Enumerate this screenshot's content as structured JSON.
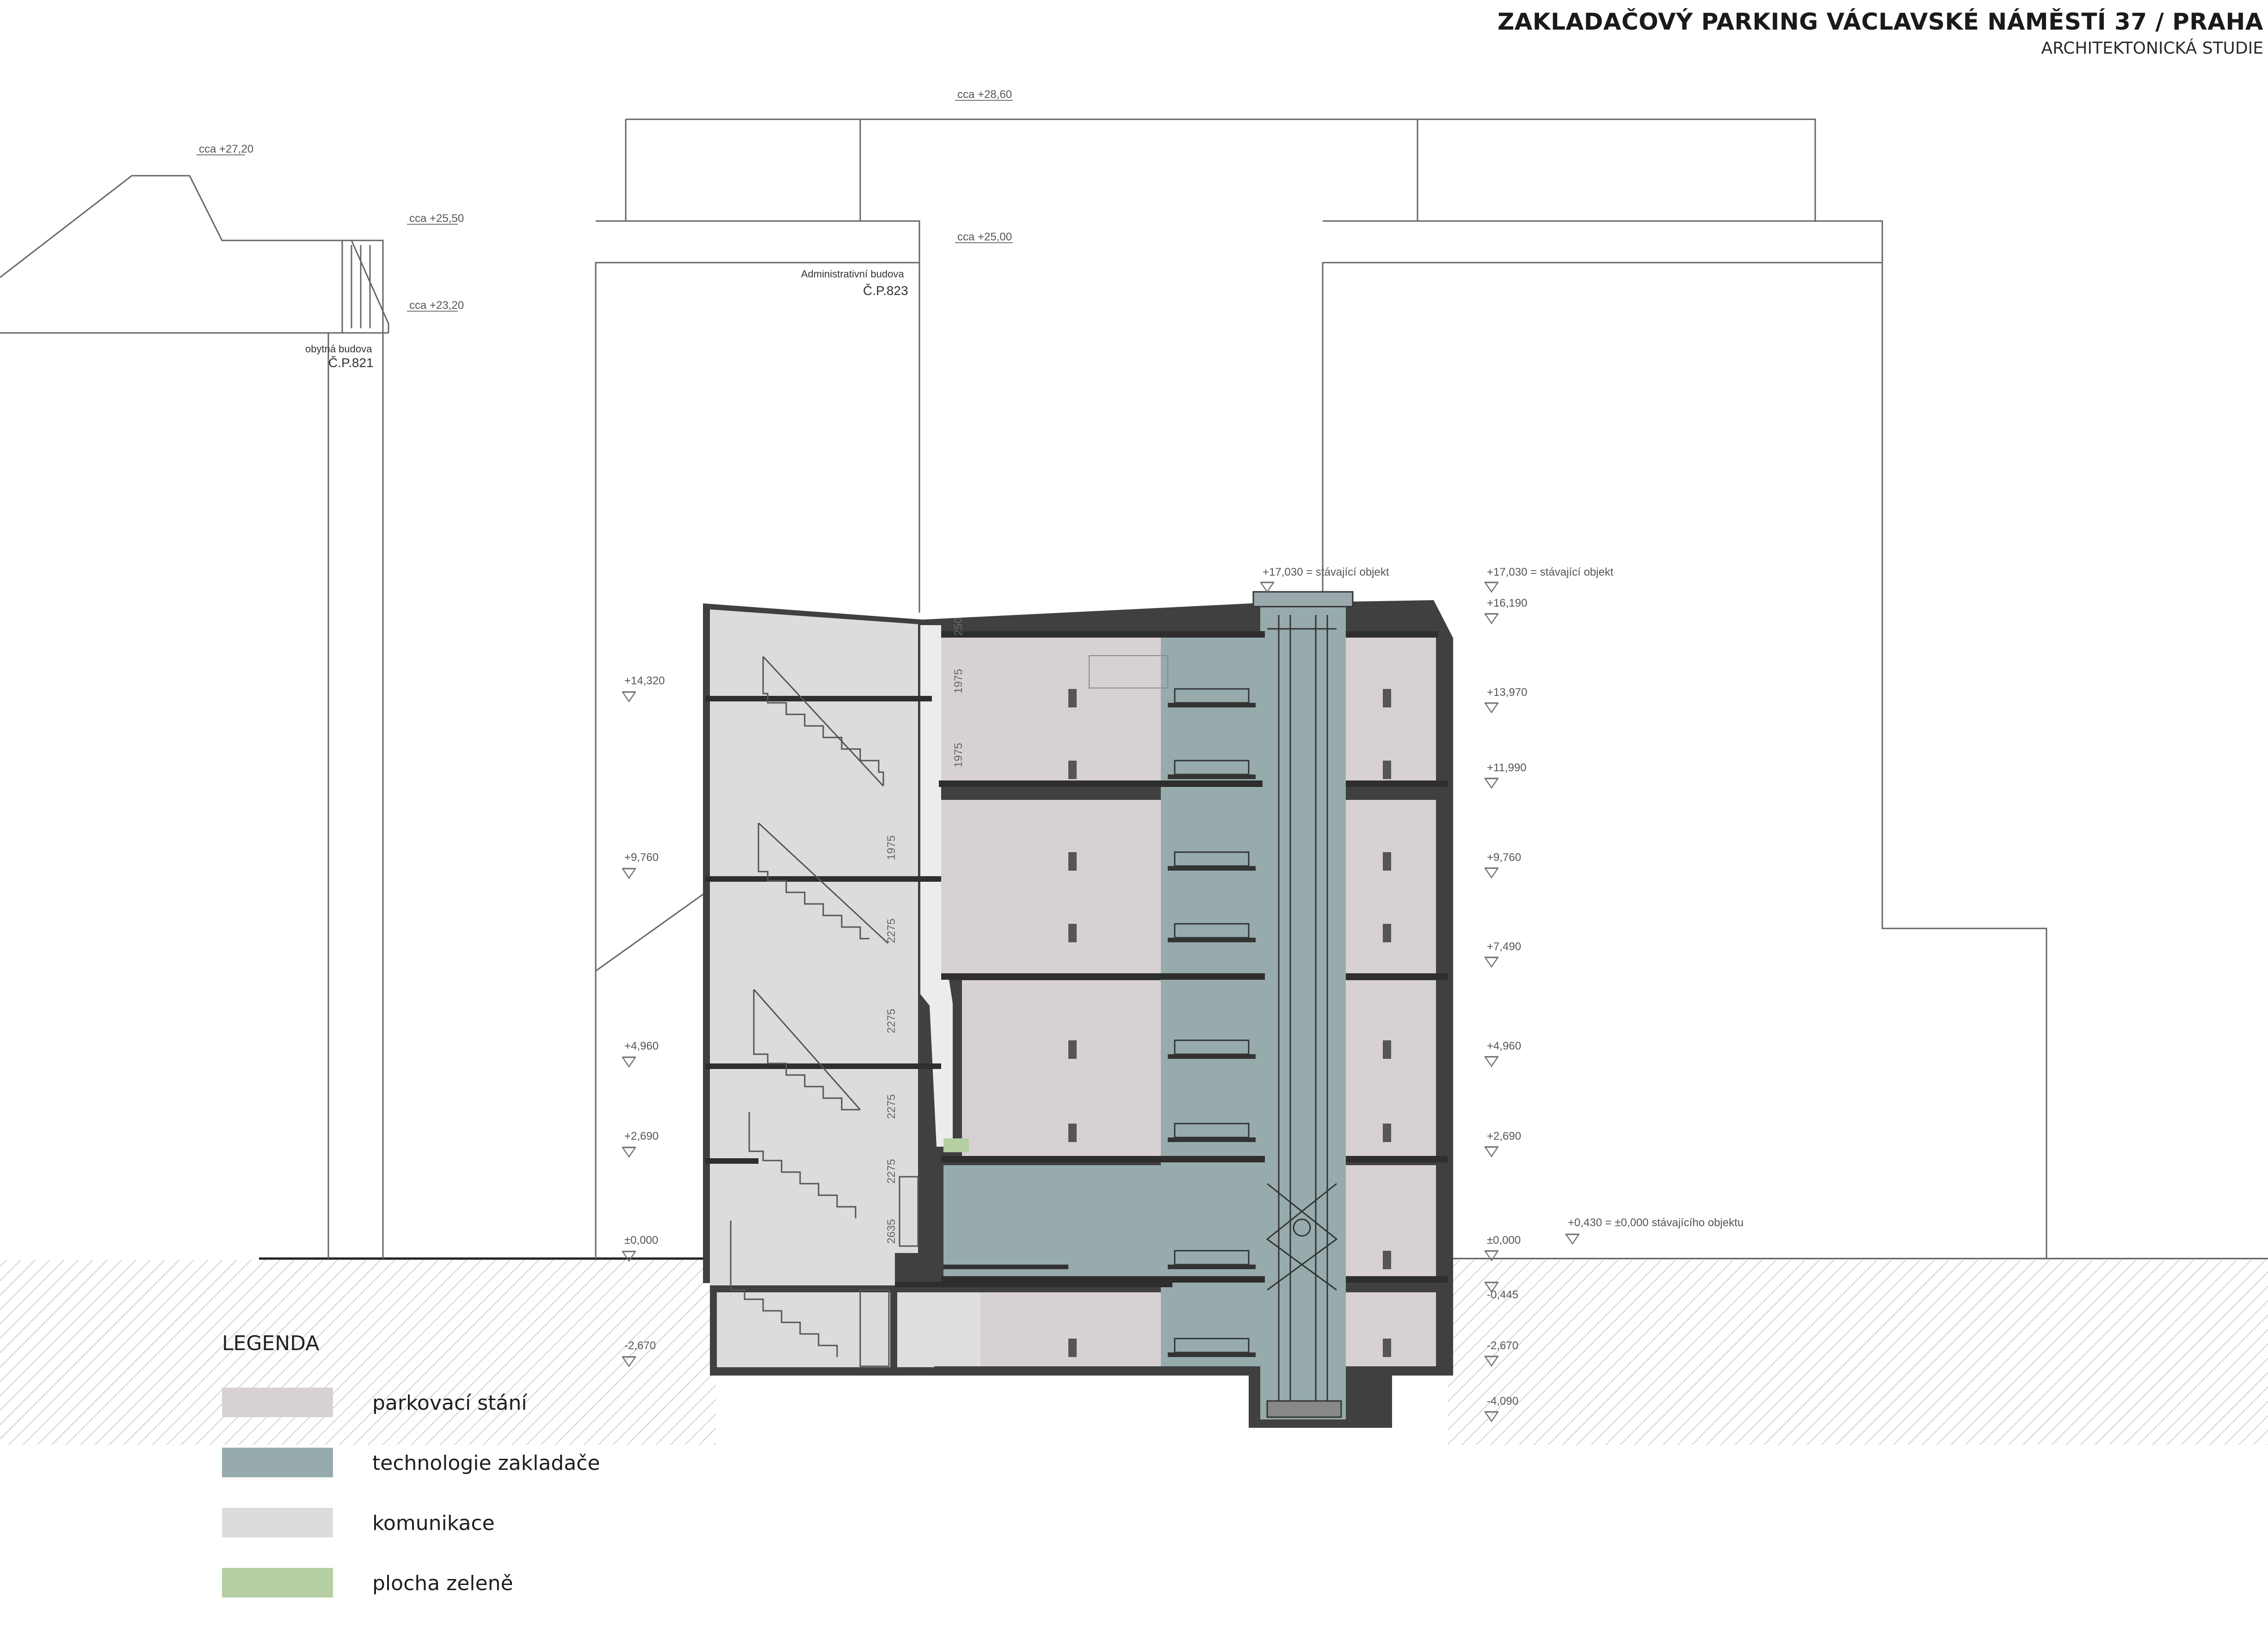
{
  "title": {
    "main": "ZAKLADAČOVÝ PARKING VÁCLAVSKÉ NÁMĚSTÍ 37 / PRAHA",
    "sub": "ARCHITEKTONICKÁ STUDIE"
  },
  "colors": {
    "parking": "#d8d1d4",
    "technology": "#97abad",
    "communication": "#dcdcdc",
    "greenery": "#b5cfa3",
    "structure": "#404040",
    "outline": "#3a3a3a",
    "hatch": "#bdbdbd"
  },
  "buildings": {
    "left_house": "obytná budova",
    "left_house_num": "Č.P.821",
    "admin": "Administrativní budova",
    "admin_num": "Č.P.823"
  },
  "roof_levels": {
    "l1": "cca +27,20",
    "l2": "cca +25,50",
    "l3": "cca +23,20",
    "l4": "cca +28,60",
    "l5": "cca +25,00"
  },
  "levels_left": [
    "+14,320",
    "+9,760",
    "+4,960",
    "+2,690",
    "±0,000",
    "-2,670"
  ],
  "levels_right": [
    "+17,030 = stávající objekt",
    "+16,190",
    "+13,970",
    "+11,990",
    "+9,760",
    "+7,490",
    "+4,960",
    "+2,690",
    "±0,000",
    "-0,445",
    "-2,670",
    "-4,090"
  ],
  "level_top_mid": "+17,030 = stávající objekt",
  "level_existing": "+0,430 = ±0,000 stávajícího objektu",
  "dims": [
    "250",
    "1975",
    "1975",
    "1975",
    "2275",
    "2275",
    "2275",
    "2275",
    "2635"
  ],
  "legend": {
    "heading": "LEGENDA",
    "items": [
      {
        "label": "parkovací stání",
        "color": "#d8d1d4"
      },
      {
        "label": "technologie zakladače",
        "color": "#97abad"
      },
      {
        "label": "komunikace",
        "color": "#dcdcdc"
      },
      {
        "label": "plocha zeleně",
        "color": "#b5cfa3"
      }
    ]
  }
}
